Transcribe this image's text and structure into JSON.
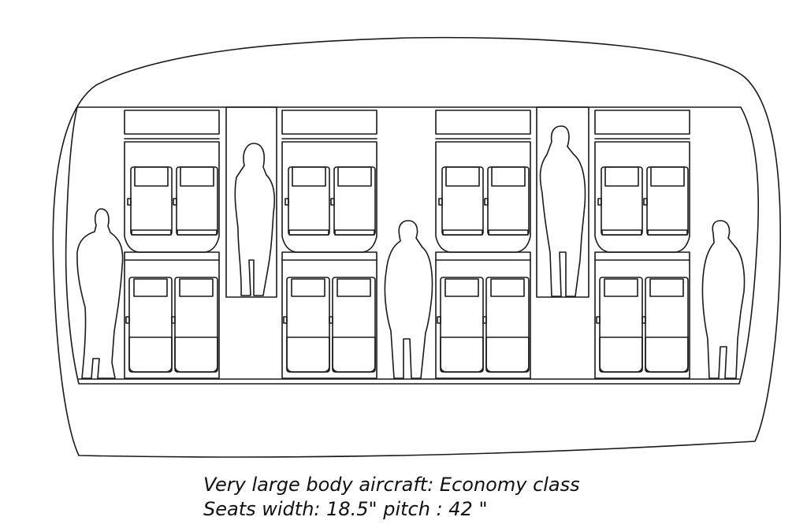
{
  "caption": {
    "line1": "Very large body aircraft: Economy class",
    "line2": "Seats width: 18.5\" pitch : 42 \""
  },
  "diagram": {
    "subject": "aircraft cabin cross-section with two-level seating blocks and standing passengers",
    "stroke_color": "#1a1a1a",
    "background_color": "#ffffff",
    "seat_blocks": 4,
    "seats_per_row_in_block": 2,
    "tiers_per_block": 2,
    "passenger_figures": 5
  }
}
